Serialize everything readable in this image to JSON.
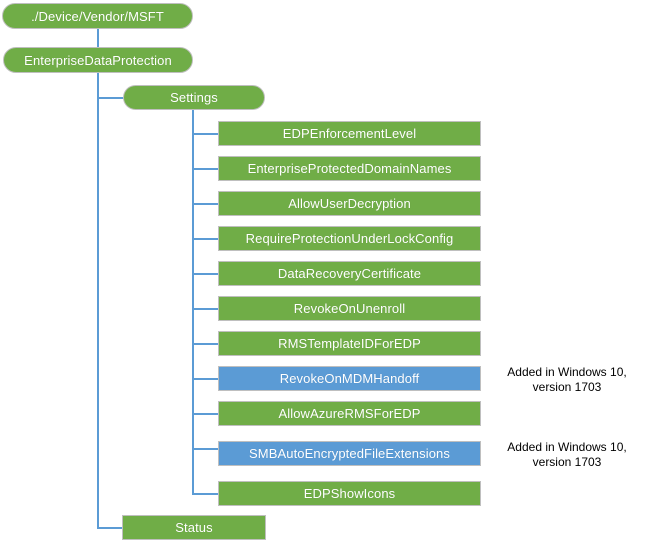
{
  "diagram": {
    "title": "EnterpriseDataProtection CSP tree",
    "colors": {
      "node_green": "#70AD47",
      "node_blue": "#5B9BD5",
      "connector": "#5B9BD5",
      "node_border": "#BFBFBF",
      "node_text": "#FFFFFF",
      "annotation_text": "#000000",
      "background": "#FFFFFF"
    },
    "nodes": [
      {
        "id": "root",
        "label": "./Device/Vendor/MSFT",
        "shape": "pill",
        "color": "green"
      },
      {
        "id": "edp",
        "label": "EnterpriseDataProtection",
        "shape": "pill",
        "color": "green"
      },
      {
        "id": "settings",
        "label": "Settings",
        "shape": "pill",
        "color": "green"
      },
      {
        "id": "edp-enforcement-level",
        "label": "EDPEnforcementLevel",
        "shape": "rect",
        "color": "green"
      },
      {
        "id": "enterprise-protected-domain-names",
        "label": "EnterpriseProtectedDomainNames",
        "shape": "rect",
        "color": "green"
      },
      {
        "id": "allow-user-decryption",
        "label": "AllowUserDecryption",
        "shape": "rect",
        "color": "green"
      },
      {
        "id": "require-protection-under-lock-config",
        "label": "RequireProtectionUnderLockConfig",
        "shape": "rect",
        "color": "green"
      },
      {
        "id": "data-recovery-certificate",
        "label": "DataRecoveryCertificate",
        "shape": "rect",
        "color": "green"
      },
      {
        "id": "revoke-on-unenroll",
        "label": "RevokeOnUnenroll",
        "shape": "rect",
        "color": "green"
      },
      {
        "id": "rms-template-id-for-edp",
        "label": "RMSTemplateIDForEDP",
        "shape": "rect",
        "color": "green"
      },
      {
        "id": "revoke-on-mdm-handoff",
        "label": "RevokeOnMDMHandoff",
        "shape": "rect",
        "color": "blue"
      },
      {
        "id": "allow-azure-rms-for-edp",
        "label": "AllowAzureRMSForEDP",
        "shape": "rect",
        "color": "green"
      },
      {
        "id": "smb-auto-encrypted-file-extensions",
        "label": "SMBAutoEncryptedFileExtensions",
        "shape": "rect",
        "color": "blue"
      },
      {
        "id": "edp-show-icons",
        "label": "EDPShowIcons",
        "shape": "rect",
        "color": "green"
      },
      {
        "id": "status",
        "label": "Status",
        "shape": "rect",
        "color": "green"
      }
    ],
    "annotations": [
      {
        "id": "annotation-revoke-on-mdm-handoff",
        "for": "revoke-on-mdm-handoff",
        "text": "Added in Windows 10,\nversion 1703"
      },
      {
        "id": "annotation-smb-auto-encrypted-file-extensions",
        "for": "smb-auto-encrypted-file-extensions",
        "text": "Added in Windows 10,\nversion 1703"
      }
    ]
  }
}
